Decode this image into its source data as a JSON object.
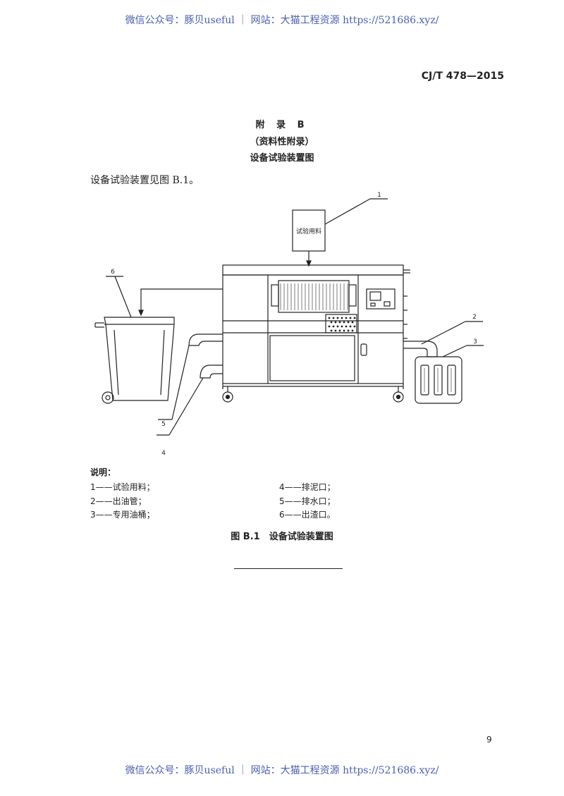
{
  "watermark": {
    "text": "微信公众号：豚贝useful ｜ 网站：大猫工程资源 https://521686.xyz/"
  },
  "header": {
    "standard_code": "CJ/T 478—2015"
  },
  "annex": {
    "title": "附 录 B",
    "subtitle": "（资料性附录）",
    "name": "设备试验装置图"
  },
  "body_text": "设备试验装置见图 B.1。",
  "figure": {
    "box_label": "试验用料",
    "callouts": [
      "1",
      "2",
      "3",
      "4",
      "5",
      "6"
    ],
    "caption": "图 B.1　设备试验装置图"
  },
  "legend": {
    "title": "说明：",
    "items": [
      "1——试验用料；",
      "2——出油管；",
      "3——专用油桶；",
      "4——排泥口；",
      "5——排水口；",
      "6——出渣口。"
    ]
  },
  "footer": {
    "page_number": "9"
  }
}
